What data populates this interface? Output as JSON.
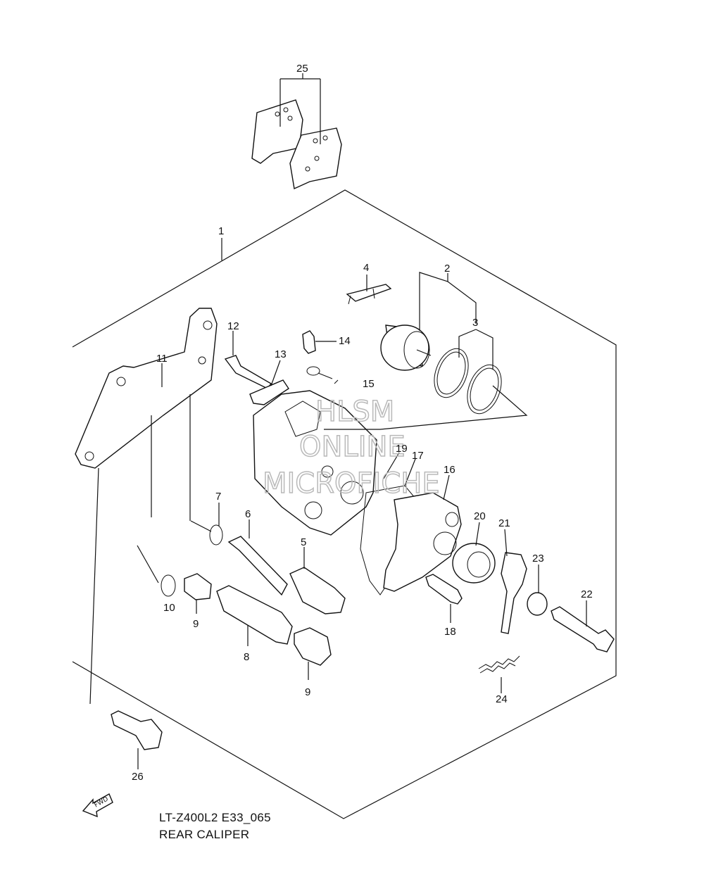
{
  "diagram": {
    "model_code": "LT-Z400L2 E33_065",
    "title": "REAR CALIPER",
    "forward_arrow_label": "FWD",
    "watermark": [
      "HLSM",
      "ONLINE",
      "MICROFICHE"
    ],
    "callouts": {
      "c1": "1",
      "c2": "2",
      "c3": "3",
      "c4": "4",
      "c5": "5",
      "c6": "6",
      "c7": "7",
      "c8": "8",
      "c9a": "9",
      "c9b": "9",
      "c10": "10",
      "c11": "11",
      "c12": "12",
      "c13": "13",
      "c14": "14",
      "c15": "15",
      "c16": "16",
      "c17": "17",
      "c18": "18",
      "c19": "19",
      "c20": "20",
      "c21": "21",
      "c22": "22",
      "c23": "23",
      "c24": "24",
      "c25": "25",
      "c26": "26"
    }
  }
}
